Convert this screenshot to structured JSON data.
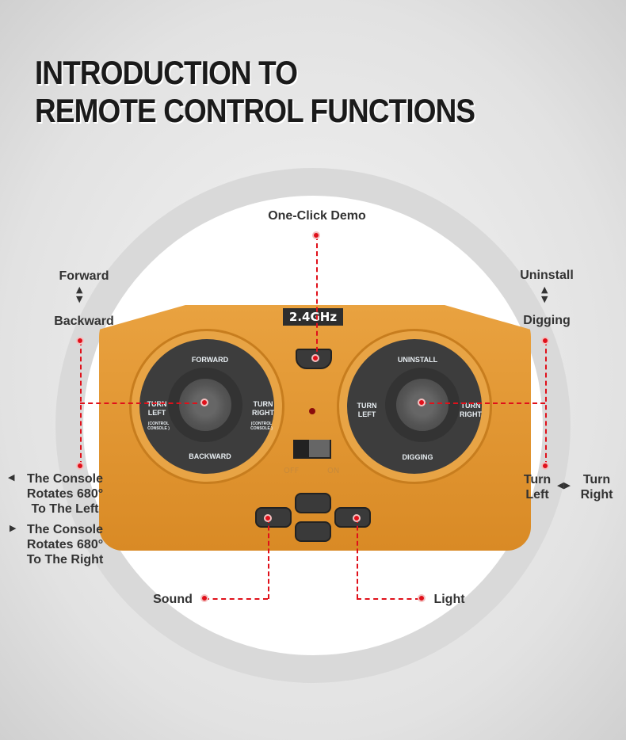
{
  "title": {
    "line1": "INTRODUCTION TO",
    "line2": "REMOTE CONTROL FUNCTIONS"
  },
  "remote": {
    "frequency": "2.4GHz",
    "switch_off": "OFF",
    "switch_on": "ON",
    "left_pad": {
      "up": "FORWARD",
      "down": "BACKWARD",
      "left": "TURN LEFT",
      "right": "TURN RIGHT",
      "sub": "(CONTROL CONSOLE )"
    },
    "right_pad": {
      "up": "UNINSTALL",
      "down": "DIGGING",
      "left": "TURN LEFT",
      "right": "TURN RIGHT"
    }
  },
  "callouts": {
    "demo": "One-Click Demo",
    "forward": "Forward",
    "backward": "Backward",
    "uninstall": "Uninstall",
    "digging": "Digging",
    "console_left": "The Console Rotates 680° To The Left",
    "console_right": "The Console Rotates 680° To The Right",
    "turn_left": "Turn Left",
    "turn_right": "Turn Right",
    "sound": "Sound",
    "light": "Light"
  },
  "colors": {
    "accent": "#e0101a",
    "remote": "#e09530"
  }
}
